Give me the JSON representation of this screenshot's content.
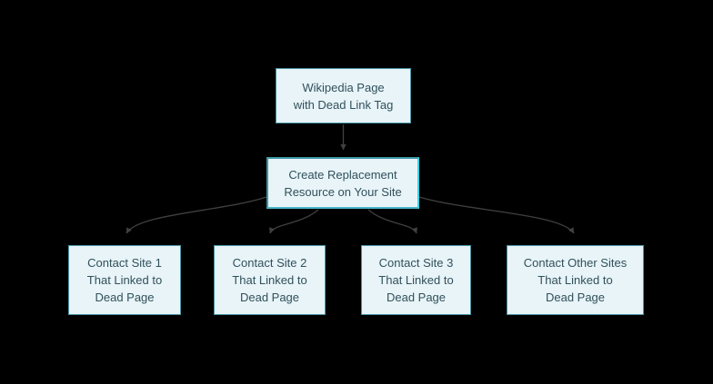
{
  "diagram": {
    "background_color": "#000000",
    "node_fill_color": "#e8f4f8",
    "node_border_color": "#4a96a6",
    "selected_border_color": "#38d4e6",
    "arrow_color": "#404040",
    "text_color": "#31505b",
    "nodes": {
      "wikipedia": {
        "line1": "Wikipedia Page",
        "line2": "with Dead Link Tag"
      },
      "create": {
        "line1": "Create Replacement",
        "line2": "Resource on Your Site"
      },
      "site1": {
        "line1": "Contact Site 1",
        "line2": "That Linked to",
        "line3": "Dead Page"
      },
      "site2": {
        "line1": "Contact Site 2",
        "line2": "That Linked to",
        "line3": "Dead Page"
      },
      "site3": {
        "line1": "Contact Site 3",
        "line2": "That Linked to",
        "line3": "Dead Page"
      },
      "other": {
        "line1": "Contact Other Sites",
        "line2": "That Linked to",
        "line3": "Dead Page"
      }
    },
    "connectors": [
      {
        "from": "wikipedia",
        "to": "create"
      },
      {
        "from": "create",
        "to": "site1"
      },
      {
        "from": "create",
        "to": "site2"
      },
      {
        "from": "create",
        "to": "site3"
      },
      {
        "from": "create",
        "to": "other"
      }
    ]
  }
}
